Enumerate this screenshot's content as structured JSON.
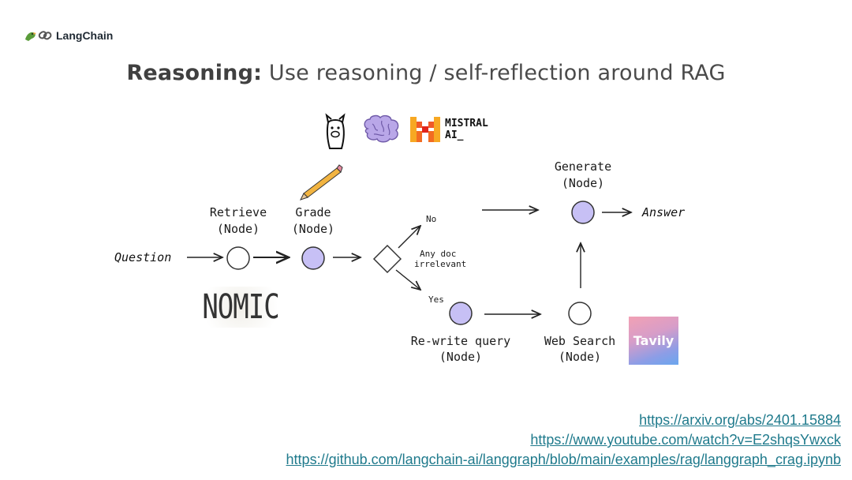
{
  "brand": {
    "name": "LangChain"
  },
  "title": {
    "bold": "Reasoning:",
    "rest": " Use reasoning / self-reflection around RAG"
  },
  "diagram": {
    "input": "Question",
    "output": "Answer",
    "nodes": {
      "retrieve": [
        "Retrieve",
        "(Node)"
      ],
      "grade": [
        "Grade",
        "(Node)"
      ],
      "generate": [
        "Generate",
        "(Node)"
      ],
      "rewrite": [
        "Re-write query",
        "(Node)"
      ],
      "websearch": [
        "Web Search",
        "(Node)"
      ]
    },
    "decision": {
      "line1": "Any doc",
      "line2": "irrelevant",
      "no": "No",
      "yes": "Yes"
    },
    "logos": {
      "mistral": [
        "MISTRAL",
        "AI_"
      ],
      "nomic": "NOMIC",
      "tavily": "Tavily"
    },
    "colors": {
      "node_fill": "#c7c0f5",
      "node_stroke": "#333333",
      "link": "#1f7a8c"
    }
  },
  "links": [
    "https://arxiv.org/abs/2401.15884",
    "https://www.youtube.com/watch?v=E2shqsYwxck",
    "https://github.com/langchain-ai/langgraph/blob/main/examples/rag/langgraph_crag.ipynb"
  ]
}
